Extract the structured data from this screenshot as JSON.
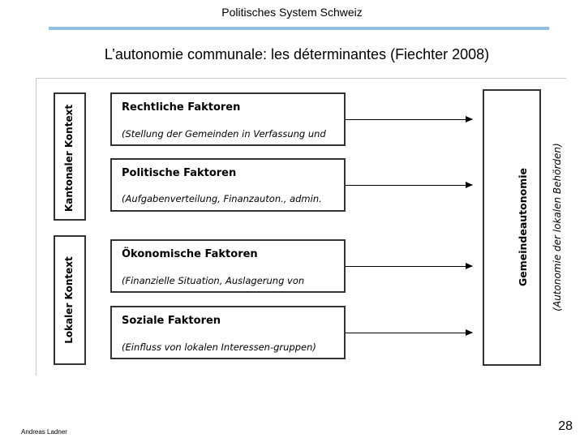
{
  "header": {
    "title": "Politisches System Schweiz"
  },
  "slide": {
    "title": "L’autonomie communale: les déterminantes (Fiechter 2008)"
  },
  "diagram": {
    "contexts": [
      {
        "label": "Kantonaler Kontext"
      },
      {
        "label": "Lokaler Kontext"
      }
    ],
    "factors": [
      {
        "title": "Rechtliche Faktoren",
        "subtitle": "(Stellung der Gemeinden in Verfassung und"
      },
      {
        "title": "Politische Faktoren",
        "subtitle": "(Aufgabenverteilung, Finanzauton., admin."
      },
      {
        "title": "Ökonomische Faktoren",
        "subtitle": "(Finanzielle Situation, Auslagerung von"
      },
      {
        "title": "Soziale Faktoren",
        "subtitle": "(Einfluss von lokalen Interessen-gruppen)"
      }
    ],
    "outcome": {
      "title": "Gemeindeautonomie",
      "subtitle": "(Autonomie der lokalen Behörden)"
    }
  },
  "footer": {
    "author": "Andreas Ladner",
    "page_number": "28"
  }
}
